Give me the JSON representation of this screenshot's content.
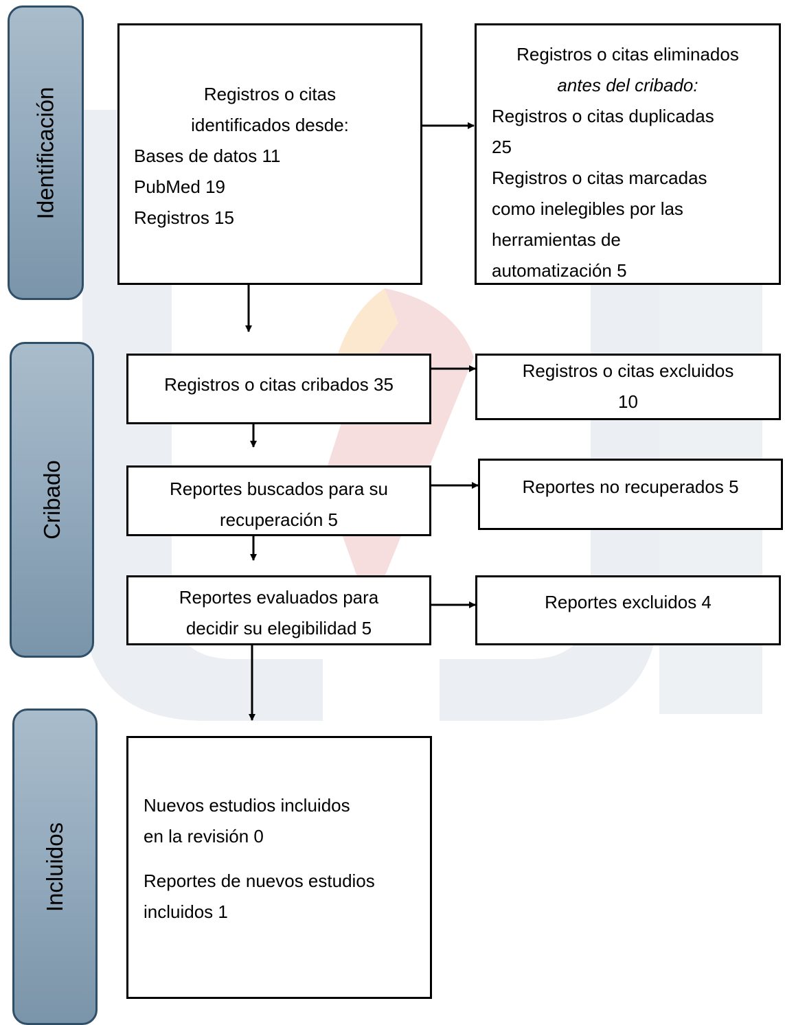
{
  "phases": {
    "identification": "Identificación",
    "screening": "Cribado",
    "included": "Incluidos"
  },
  "boxes": {
    "identified": {
      "heading_1": "Registros o citas",
      "heading_2": "identificados desde:",
      "databases": "Bases de datos 11",
      "pubmed": "PubMed 19",
      "registers": "Registros 15"
    },
    "removed": {
      "line_1": "Registros o citas eliminados",
      "line_2": "antes del cribado:",
      "duplicates_1": "Registros o citas duplicadas",
      "duplicates_2": "25",
      "ineligible_1": "Registros o citas marcadas",
      "ineligible_2": "como inelegibles por las",
      "ineligible_3": "herramientas de",
      "ineligible_4": "automatización 5"
    },
    "screened": "Registros o citas cribados 35",
    "excluded_1": "Registros o citas excluidos",
    "excluded_2": "10",
    "sought_1": "Reportes buscados para su",
    "sought_2": "recuperación 5",
    "not_retrieved": "Reportes no recuperados 5",
    "assessed_1": "Reportes evaluados para",
    "assessed_2": "decidir su elegibilidad 5",
    "reports_excluded": "Reportes excluidos 4",
    "included": {
      "studies_1": "Nuevos estudios incluidos",
      "studies_2": "en la revisión 0",
      "reports_1": "Reportes de nuevos estudios",
      "reports_2": "incluidos 1"
    }
  },
  "colors": {
    "phase_fill": "#93aabd",
    "phase_border": "#2f4f68",
    "watermark_gray": "#e8ebef",
    "watermark_red": "#f6dcdc",
    "watermark_orange": "#fbe4c8"
  }
}
